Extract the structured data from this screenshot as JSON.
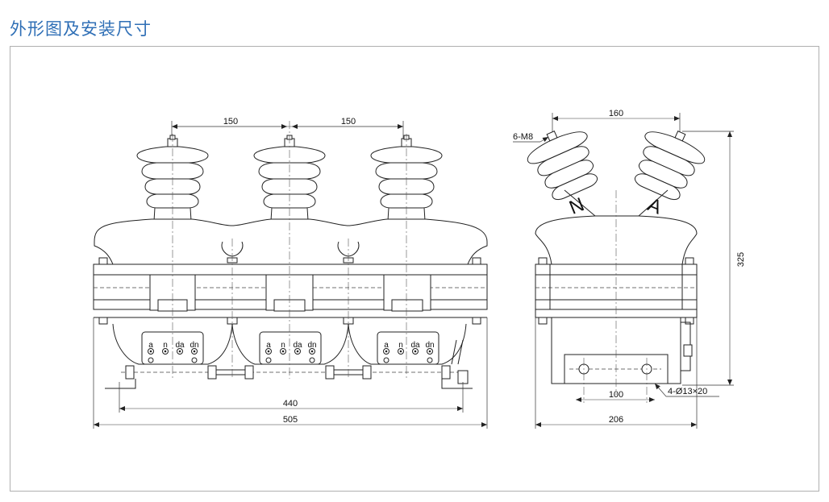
{
  "title": "外形图及安装尺寸",
  "front_view": {
    "dims": {
      "top_left": "150",
      "top_right": "150",
      "inner_width": "440",
      "overall_width": "505"
    },
    "terminal_labels": [
      "a",
      "n",
      "da",
      "dn"
    ]
  },
  "side_view": {
    "dims": {
      "top": "160",
      "height": "325",
      "bottom_inner": "100",
      "overall_width": "206"
    },
    "bolt_callout": "6-M8",
    "hole_callout": "4-Ø13×20",
    "phase_labels": [
      "N",
      "A"
    ]
  }
}
